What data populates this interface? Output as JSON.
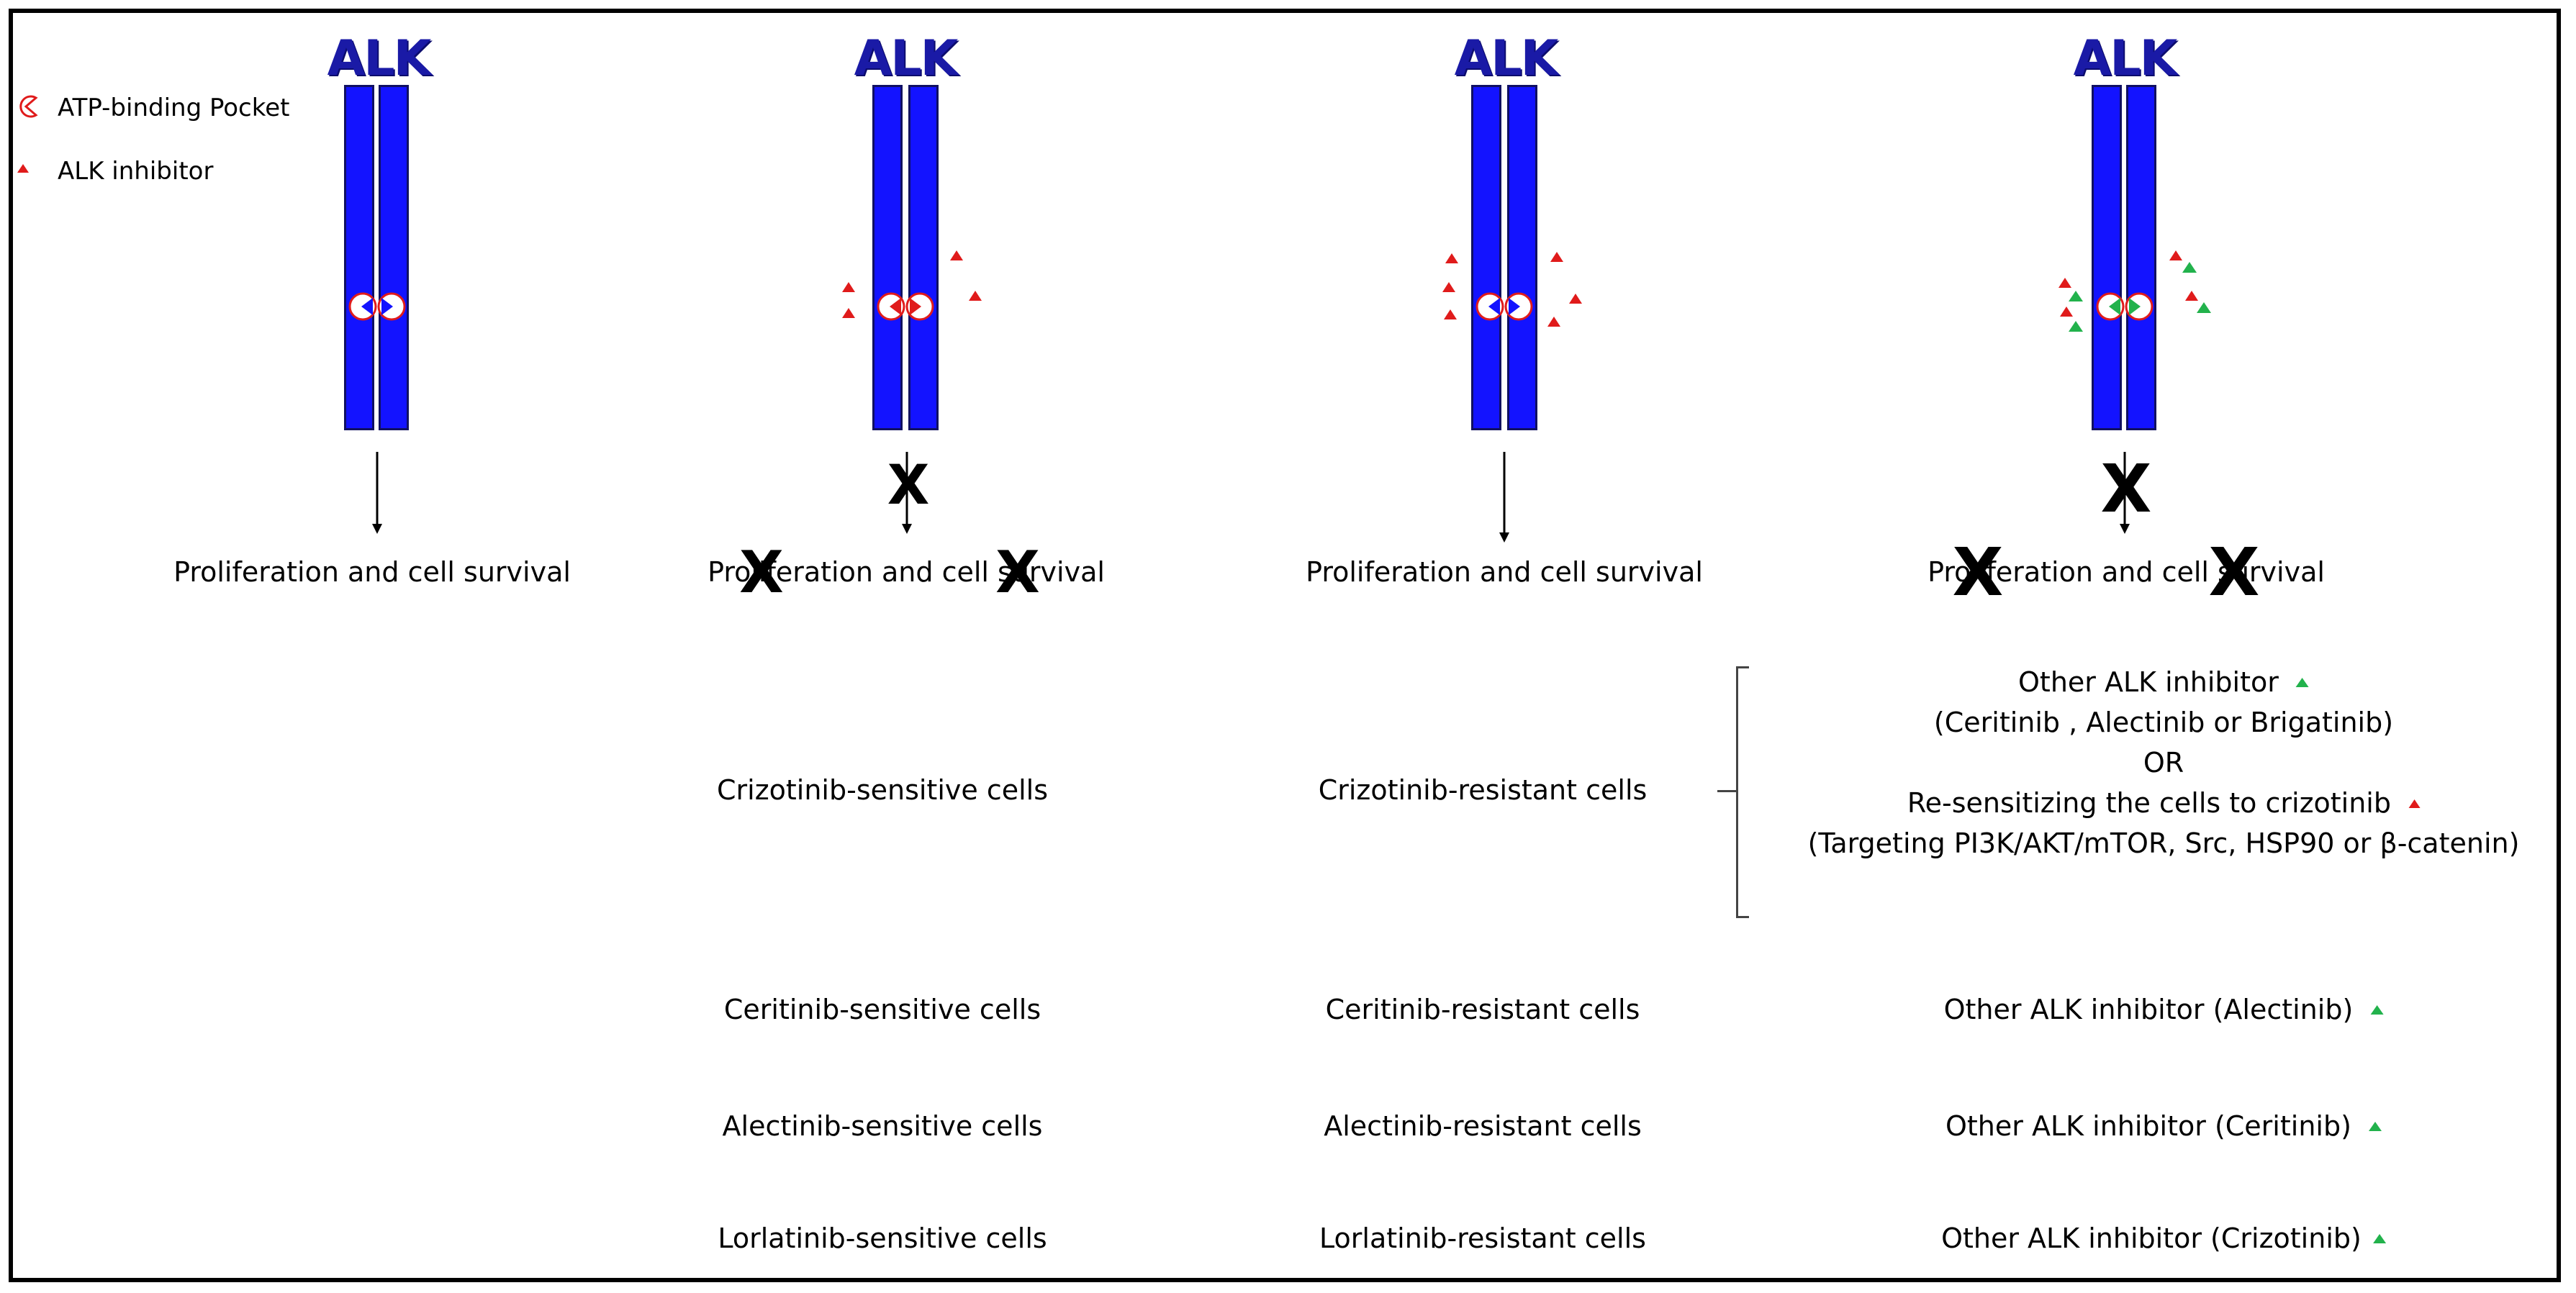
{
  "receptor_label": "ALK",
  "legend": {
    "pocket_label": "ATP-binding Pocket",
    "inhibitor_label": "ALK inhibitor"
  },
  "outcome_label": "Proliferation and cell survival",
  "block_mark": "X",
  "rows": {
    "crizotinib": {
      "sensitive": "Crizotinib-sensitive cells",
      "resistant": "Crizotinib-resistant cells",
      "strategy_lines": [
        "Other ALK inhibitor",
        "(Ceritinib , Alectinib or Brigatinib)",
        "OR",
        "Re-sensitizing the cells to crizotinib",
        "(Targeting PI3K/AKT/mTOR, Src, HSP90 or β-catenin)"
      ]
    },
    "ceritinib": {
      "sensitive": "Ceritinib-sensitive cells",
      "resistant": "Ceritinib-resistant cells",
      "strategy": "Other ALK inhibitor (Alectinib)"
    },
    "alectinib": {
      "sensitive": "Alectinib-sensitive cells",
      "resistant": "Alectinib-resistant cells",
      "strategy": "Other ALK inhibitor (Ceritinib)"
    },
    "lorlatinib": {
      "sensitive": "Lorlatinib-sensitive cells",
      "resistant": "Lorlatinib-resistant cells",
      "strategy": "Other ALK inhibitor (Crizotinib)"
    }
  },
  "colors": {
    "receptor": "#1313ff",
    "title": "#1a1aa6",
    "crizotinib_marker": "#e01b1b",
    "other_inhibitor_marker": "#22b24c",
    "pocket": "#e01b1b"
  }
}
